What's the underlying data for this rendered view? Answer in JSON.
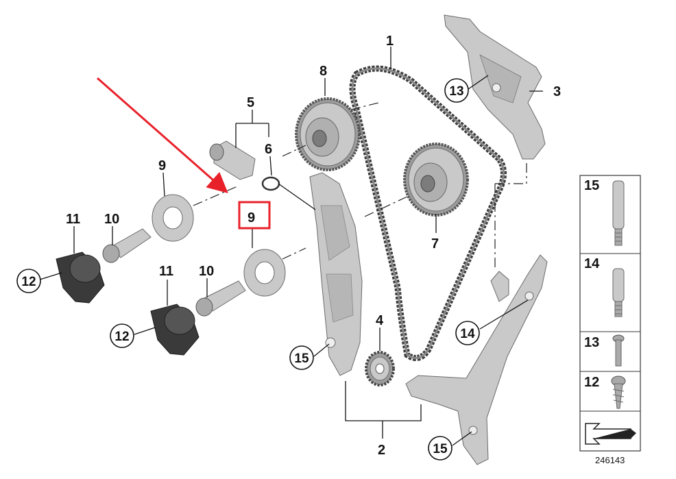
{
  "labels": {
    "l1": "1",
    "l2": "2",
    "l3": "3",
    "l4": "4",
    "l5": "5",
    "l6": "6",
    "l7": "7",
    "l8": "8",
    "l9a": "9",
    "l9b": "9",
    "l10a": "10",
    "l10b": "10",
    "l11a": "11",
    "l11b": "11"
  },
  "circled": {
    "c12a": "12",
    "c12b": "12",
    "c13": "13",
    "c14": "14",
    "c15a": "15",
    "c15b": "15"
  },
  "legend": {
    "items": [
      {
        "num": "15"
      },
      {
        "num": "14"
      },
      {
        "num": "13"
      },
      {
        "num": "12"
      }
    ],
    "reference": "246143"
  },
  "colors": {
    "highlight": "#e8202a",
    "arrow": "#e8202a",
    "part_light": "#c9c9c9",
    "part_dark": "#3a3a3a"
  }
}
